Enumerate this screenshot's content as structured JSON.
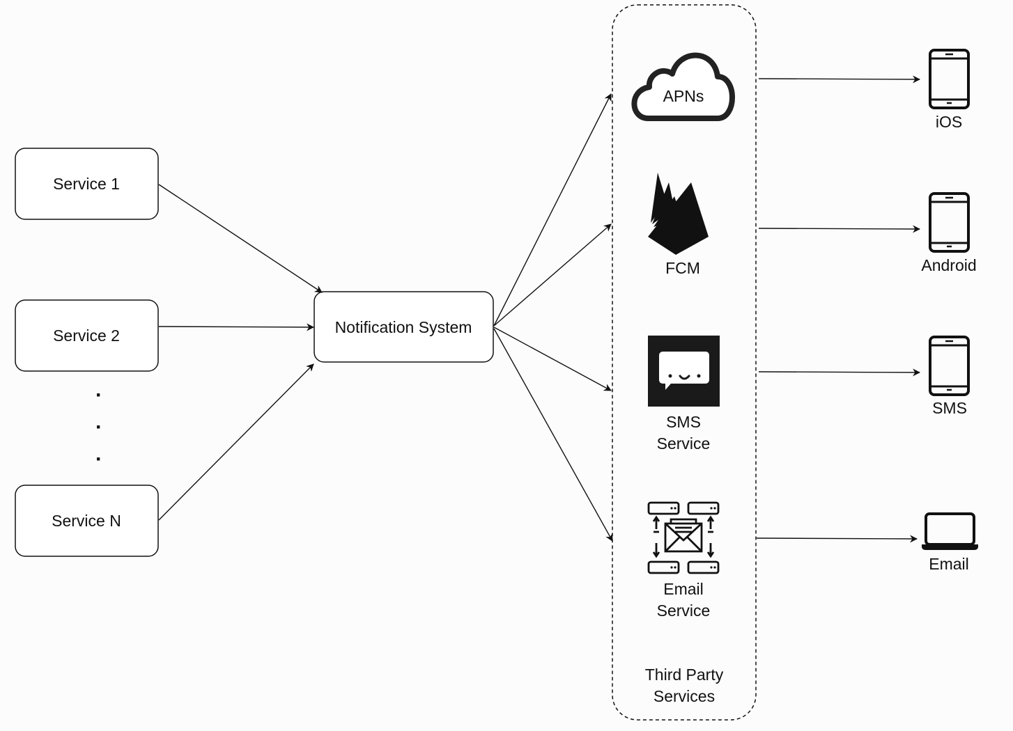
{
  "services": [
    "Service 1",
    "Service 2",
    "Service N"
  ],
  "ellipsis": "·",
  "notification_system": "Notification System",
  "third_party": {
    "title_line1": "Third Party",
    "title_line2": "Services",
    "apns": "APNs",
    "fcm": "FCM",
    "sms_line1": "SMS",
    "sms_line2": "Service",
    "email_line1": "Email",
    "email_line2": "Service"
  },
  "devices": {
    "ios": "iOS",
    "android": "Android",
    "sms": "SMS",
    "email": "Email"
  },
  "colors": {
    "stroke": "#111111",
    "background": "#fcfcfc",
    "box_fill": "#ffffff",
    "icon_dark": "#1a1a1a"
  },
  "icons": {
    "apns": "cloud-icon",
    "fcm": "firebase-icon",
    "sms_service": "chat-bubble-icon",
    "email_service": "email-server-icon",
    "ios": "phone-icon",
    "android": "phone-icon",
    "sms": "phone-icon",
    "email": "laptop-icon"
  }
}
